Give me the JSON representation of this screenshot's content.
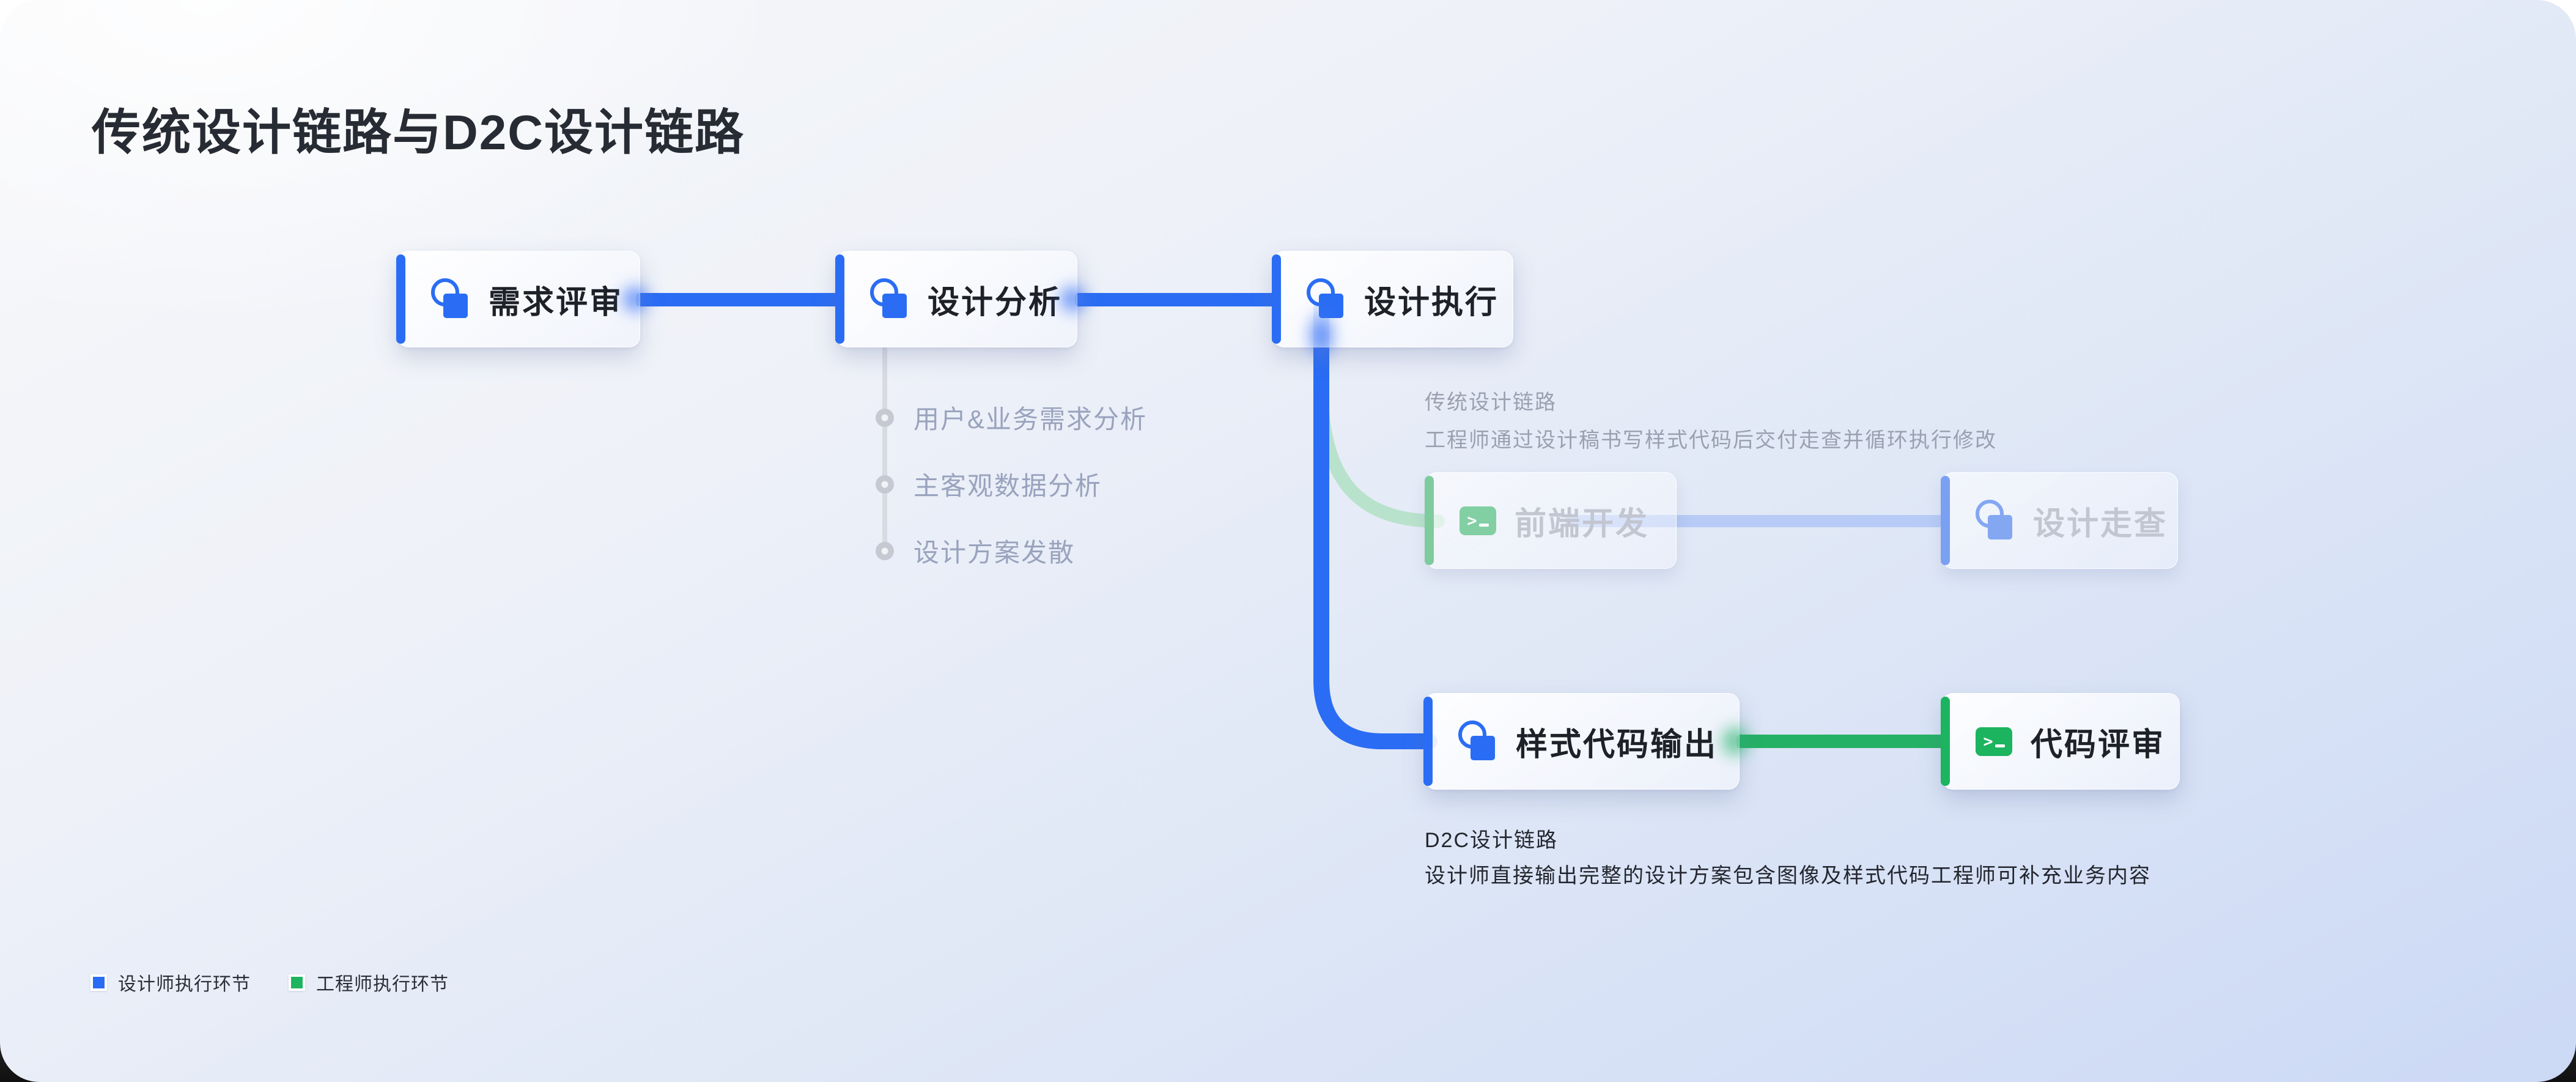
{
  "title": "传统设计链路与D2C设计链路",
  "nodes": {
    "requirement_review": {
      "label": "需求评审"
    },
    "design_analysis": {
      "label": "设计分析"
    },
    "design_execution": {
      "label": "设计执行"
    },
    "frontend_dev": {
      "label": "前端开发"
    },
    "design_walkthrough": {
      "label": "设计走查"
    },
    "style_code_output": {
      "label": "样式代码输出"
    },
    "code_review": {
      "label": "代码评审"
    }
  },
  "analysis_steps": [
    "用户&业务需求分析",
    "主客观数据分析",
    "设计方案发散"
  ],
  "captions": {
    "traditional": {
      "title": "传统设计链路",
      "desc": "工程师通过设计稿书写样式代码后交付走查并循环执行修改"
    },
    "d2c": {
      "title": "D2C设计链路",
      "desc": "设计师直接输出完整的设计方案包含图像及样式代码工程师可补充业务内容"
    }
  },
  "legend": [
    {
      "color": "#2a6df4",
      "label": "设计师执行环节"
    },
    {
      "color": "#1cb45f",
      "label": "工程师执行环节"
    }
  ],
  "icons": {
    "terminal_prompt": ">"
  },
  "colors": {
    "designer_blue": "#2a6df4",
    "engineer_green": "#1cb45f",
    "muted_blue": "#84a7f2",
    "muted_green": "#82cfa3",
    "soft_blue_wire": "#b7cbf6",
    "gray_text": "#9aa0b0",
    "dark_text": "#23262e"
  }
}
